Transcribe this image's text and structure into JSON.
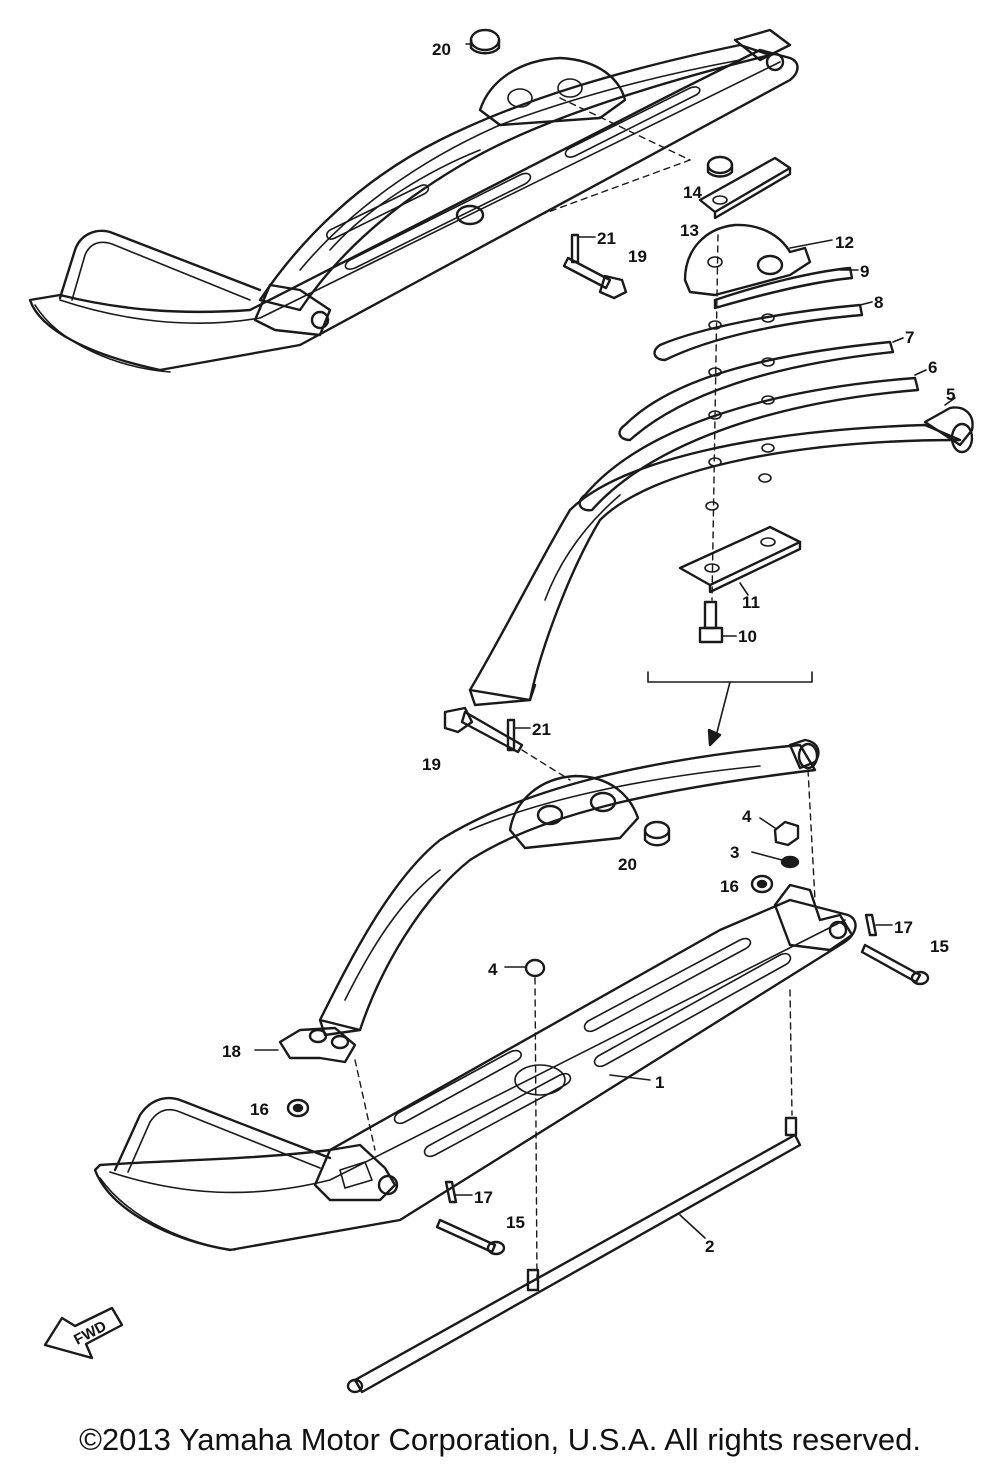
{
  "callouts": [
    {
      "id": "20",
      "label": "20"
    },
    {
      "id": "14",
      "label": "14"
    },
    {
      "id": "13",
      "label": "13"
    },
    {
      "id": "21",
      "label": "21"
    },
    {
      "id": "19",
      "label": "19"
    },
    {
      "id": "12",
      "label": "12"
    },
    {
      "id": "9",
      "label": "9"
    },
    {
      "id": "8",
      "label": "8"
    },
    {
      "id": "7",
      "label": "7"
    },
    {
      "id": "6",
      "label": "6"
    },
    {
      "id": "5",
      "label": "5"
    },
    {
      "id": "11",
      "label": "11"
    },
    {
      "id": "10",
      "label": "10"
    },
    {
      "id": "21b",
      "label": "21"
    },
    {
      "id": "19b",
      "label": "19"
    },
    {
      "id": "4",
      "label": "4"
    },
    {
      "id": "3",
      "label": "3"
    },
    {
      "id": "20b",
      "label": "20"
    },
    {
      "id": "16",
      "label": "16"
    },
    {
      "id": "17",
      "label": "17"
    },
    {
      "id": "15",
      "label": "15"
    },
    {
      "id": "4b",
      "label": "4"
    },
    {
      "id": "1",
      "label": "1"
    },
    {
      "id": "18",
      "label": "18"
    },
    {
      "id": "16b",
      "label": "16"
    },
    {
      "id": "17b",
      "label": "17"
    },
    {
      "id": "15b",
      "label": "15"
    },
    {
      "id": "2",
      "label": "2"
    }
  ],
  "fwd_label": "FWD",
  "copyright": "©2013 Yamaha Motor Corporation, U.S.A. All rights reserved."
}
